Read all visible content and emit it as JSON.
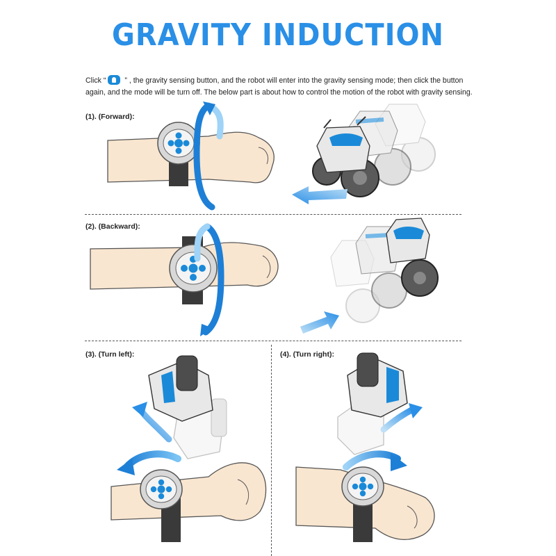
{
  "title": "GRAVITY INDUCTION",
  "intro": {
    "before": "Click  “",
    "after": " ” , the gravity sensing button, and the robot will enter into the gravity sensing mode; then click the button again, and the mode will be turn off. The below part is about how to control the motion of the robot with gravity sensing."
  },
  "sections": [
    {
      "label": "(1).  (Forward):"
    },
    {
      "label": "(2).  (Backward):"
    },
    {
      "label": "(3).  (Turn left):"
    },
    {
      "label": "(4).  (Turn right):"
    }
  ],
  "colors": {
    "title": "#2a8fe6",
    "accent": "#1a8ad8",
    "skin": "#f9e6d0",
    "skin_outline": "#555555"
  },
  "icons": [
    "gravity-sensing-button-icon",
    "rotation-arrow-icon",
    "motion-arrow-icon",
    "robot-figure",
    "wrist-controller"
  ]
}
